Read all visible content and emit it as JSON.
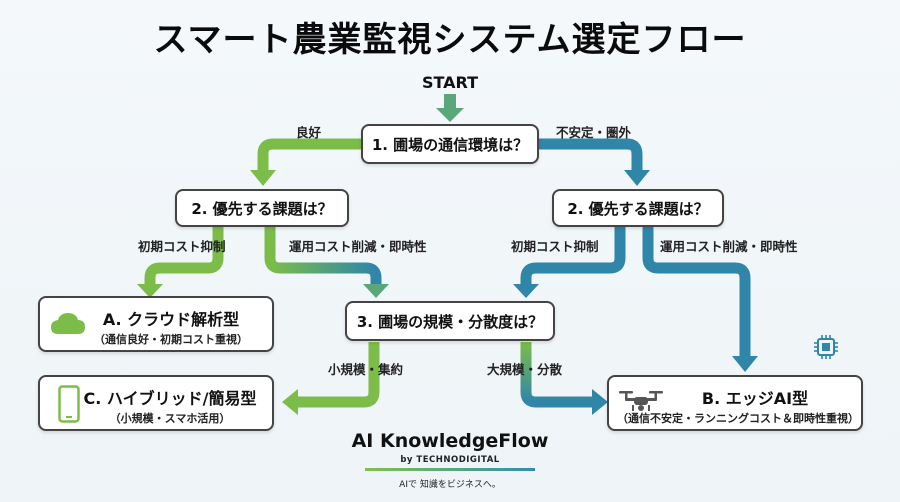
{
  "title": "スマート農業監視システム選定フロー",
  "start_label": "START",
  "nodes": {
    "q1": "1. 圃場の通信環境は？",
    "q2_left": "2. 優先する課題は？",
    "q2_right": "2. 優先する課題は？",
    "q3": "3. 圃場の規模・分散度は？"
  },
  "edges": {
    "good": "良好",
    "unstable": "不安定・圏外",
    "initial_cost_left": "初期コスト抑制",
    "running_left": "運用コスト削減・即時性",
    "initial_cost_right": "初期コスト抑制",
    "running_right": "運用コスト削減・即時性",
    "small_scale": "小規模・集約",
    "large_scale": "大規模・分散"
  },
  "results": {
    "a_title": "A. クラウド解析型",
    "a_sub": "（通信良好・初期コスト重視）",
    "c_title": "C. ハイブリッド/簡易型",
    "c_sub": "（小規模・スマホ活用）",
    "b_title": "B. エッジAI型",
    "b_sub": "（通信不安定・ランニングコスト＆即時性重視）"
  },
  "icons": {
    "a": "cloud-icon",
    "c": "smartphone-icon",
    "b": "drone-icon",
    "b_top": "chip-icon"
  },
  "brand": {
    "name": "AI KnowledgeFlow",
    "by": "by TECHNODIGITAL",
    "tagline": "AIで 知識をビジネスへ。"
  },
  "colors": {
    "green": "#7cbd4a",
    "blue": "#2f86a8",
    "gradient_mid": "#55a68a"
  }
}
